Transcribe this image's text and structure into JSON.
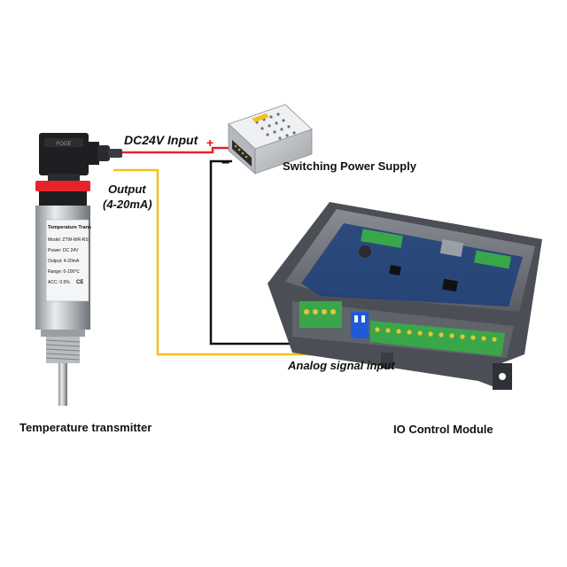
{
  "labels": {
    "dc_input": "DC24V Input",
    "output_line1": "Output",
    "output_line2": "(4-20mA)",
    "power_supply": "Switching Power Supply",
    "analog_input": "Analog signal input",
    "transmitter": "Temperature transmitter",
    "io_module": "IO Control Module",
    "plus": "+",
    "minus": "−"
  },
  "transmitter_plate": {
    "brand": "FOGE",
    "title": "Temperature Trans",
    "lines": [
      "Model: ZTW-WR-RS",
      "Power: DC 24V",
      "Output: 4-20mA",
      "Range: 0-100℃",
      "ACC: 0.5%"
    ],
    "ce": "CE"
  },
  "colors": {
    "red_wire": "#e8222a",
    "yellow_wire": "#f2c21b",
    "black_wire": "#111111",
    "terminal_green": "#3aa64a",
    "terminal_blue": "#1f5bd6",
    "pcb_blue": "#1d3f7a",
    "enclosure_gray": "#6b6f75"
  }
}
